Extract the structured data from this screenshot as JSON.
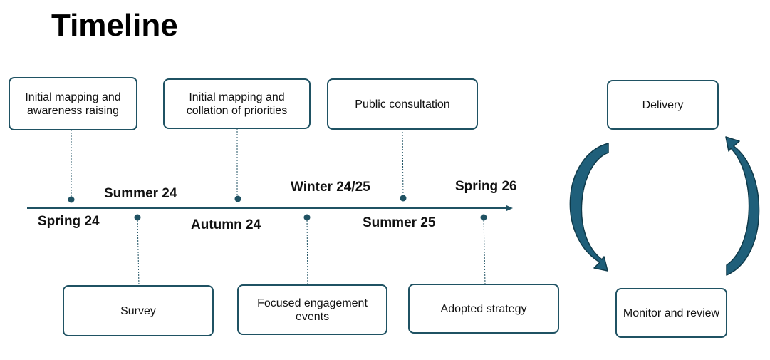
{
  "title": "Timeline",
  "colors": {
    "accent": "#1f5263",
    "arrow_fill": "#1f5f7a",
    "arrow_dark": "#0f3a4a",
    "text": "#111111"
  },
  "timeline": {
    "periods": {
      "spring24": "Spring 24",
      "summer24": "Summer 24",
      "autumn24": "Autumn 24",
      "winter2425": "Winter 24/25",
      "summer25": "Summer 25",
      "spring26": "Spring 26"
    },
    "activities": {
      "initial_mapping_awareness": "Initial mapping and awareness raising",
      "initial_mapping_collation": "Initial mapping and collation of priorities",
      "public_consultation": "Public consultation",
      "survey": "Survey",
      "focused_engagement": "Focused engagement events",
      "adopted_strategy": "Adopted strategy"
    }
  },
  "cycle": {
    "delivery": "Delivery",
    "monitor_review": "Monitor and review"
  }
}
